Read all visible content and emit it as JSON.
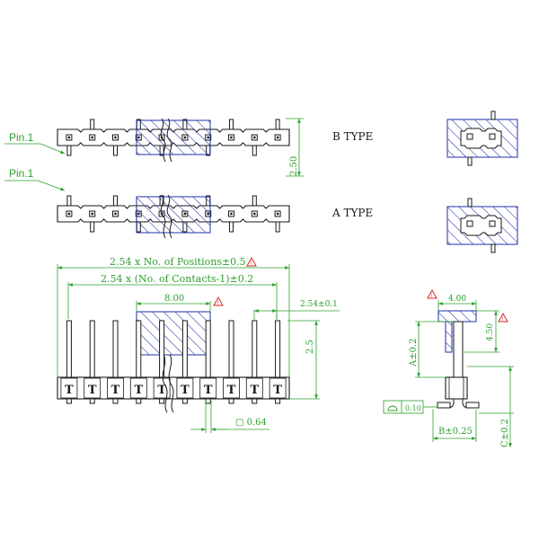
{
  "colors": {
    "outline": "#1a1a1a",
    "dimension": "#2ca02c",
    "hatch": "#1f2fa8",
    "warning": "#d62728",
    "background": "#ffffff"
  },
  "labels": {
    "pin1_top": "Pin.1",
    "pin1_bottom": "Pin.1",
    "b_type": "B TYPE",
    "a_type": "A TYPE",
    "dim_total": "2.54 x No. of Positions±0.5",
    "dim_contacts": "2.54 x (No. of Contacts-1)±0.2",
    "dim_800": "8.00",
    "dim_pitch": "2.54±0.1",
    "dim_25": "2.5",
    "dim_250": "2.50",
    "dim_pin": "▢ 0.64",
    "dim_400": "4.00",
    "dim_450": "4.50",
    "dim_a": "A±0.2",
    "dim_b": "B±0.25",
    "dim_c": "C±0.2",
    "flatness": "0.10",
    "pin_letter": "T"
  },
  "icons": {
    "warning": "warning-triangle-icon",
    "flatness": "flatness-symbol-icon"
  }
}
